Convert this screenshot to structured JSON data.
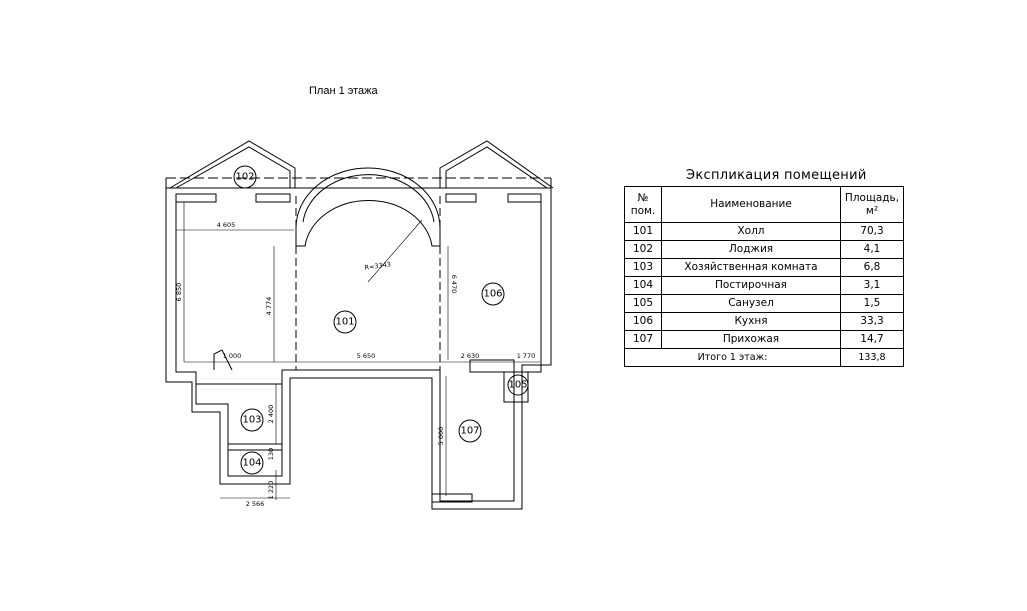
{
  "plan": {
    "title": "План 1 этажа",
    "rooms": [
      {
        "id": "101"
      },
      {
        "id": "102"
      },
      {
        "id": "103"
      },
      {
        "id": "104"
      },
      {
        "id": "105"
      },
      {
        "id": "106"
      },
      {
        "id": "107"
      }
    ],
    "dimensions": {
      "d4605": "4 605",
      "d6850": "6 850",
      "d4774": "4 774",
      "d6470": "6 470",
      "d5650": "5 650",
      "d2630": "2 630",
      "d1770": "1 770",
      "d1000": "1 000",
      "d2400": "2 400",
      "d130": "130",
      "d5000": "5 000",
      "d1220": "1 220",
      "d2566": "2 566",
      "radius": "R=3343"
    }
  },
  "explication": {
    "title": "Экспликация помещений",
    "headers": {
      "num": "№ пом.",
      "name": "Наименование",
      "area": "Площадь, м²"
    },
    "rows": [
      {
        "num": "101",
        "name": "Холл",
        "area": "70,3"
      },
      {
        "num": "102",
        "name": "Лоджия",
        "area": "4,1"
      },
      {
        "num": "103",
        "name": "Хозяйственная комната",
        "area": "6,8"
      },
      {
        "num": "104",
        "name": "Постирочная",
        "area": "3,1"
      },
      {
        "num": "105",
        "name": "Санузел",
        "area": "1,5"
      },
      {
        "num": "106",
        "name": "Кухня",
        "area": "33,3"
      },
      {
        "num": "107",
        "name": "Прихожая",
        "area": "14,7"
      }
    ],
    "total_label": "Итого 1 этаж:",
    "total_value": "133,8"
  }
}
